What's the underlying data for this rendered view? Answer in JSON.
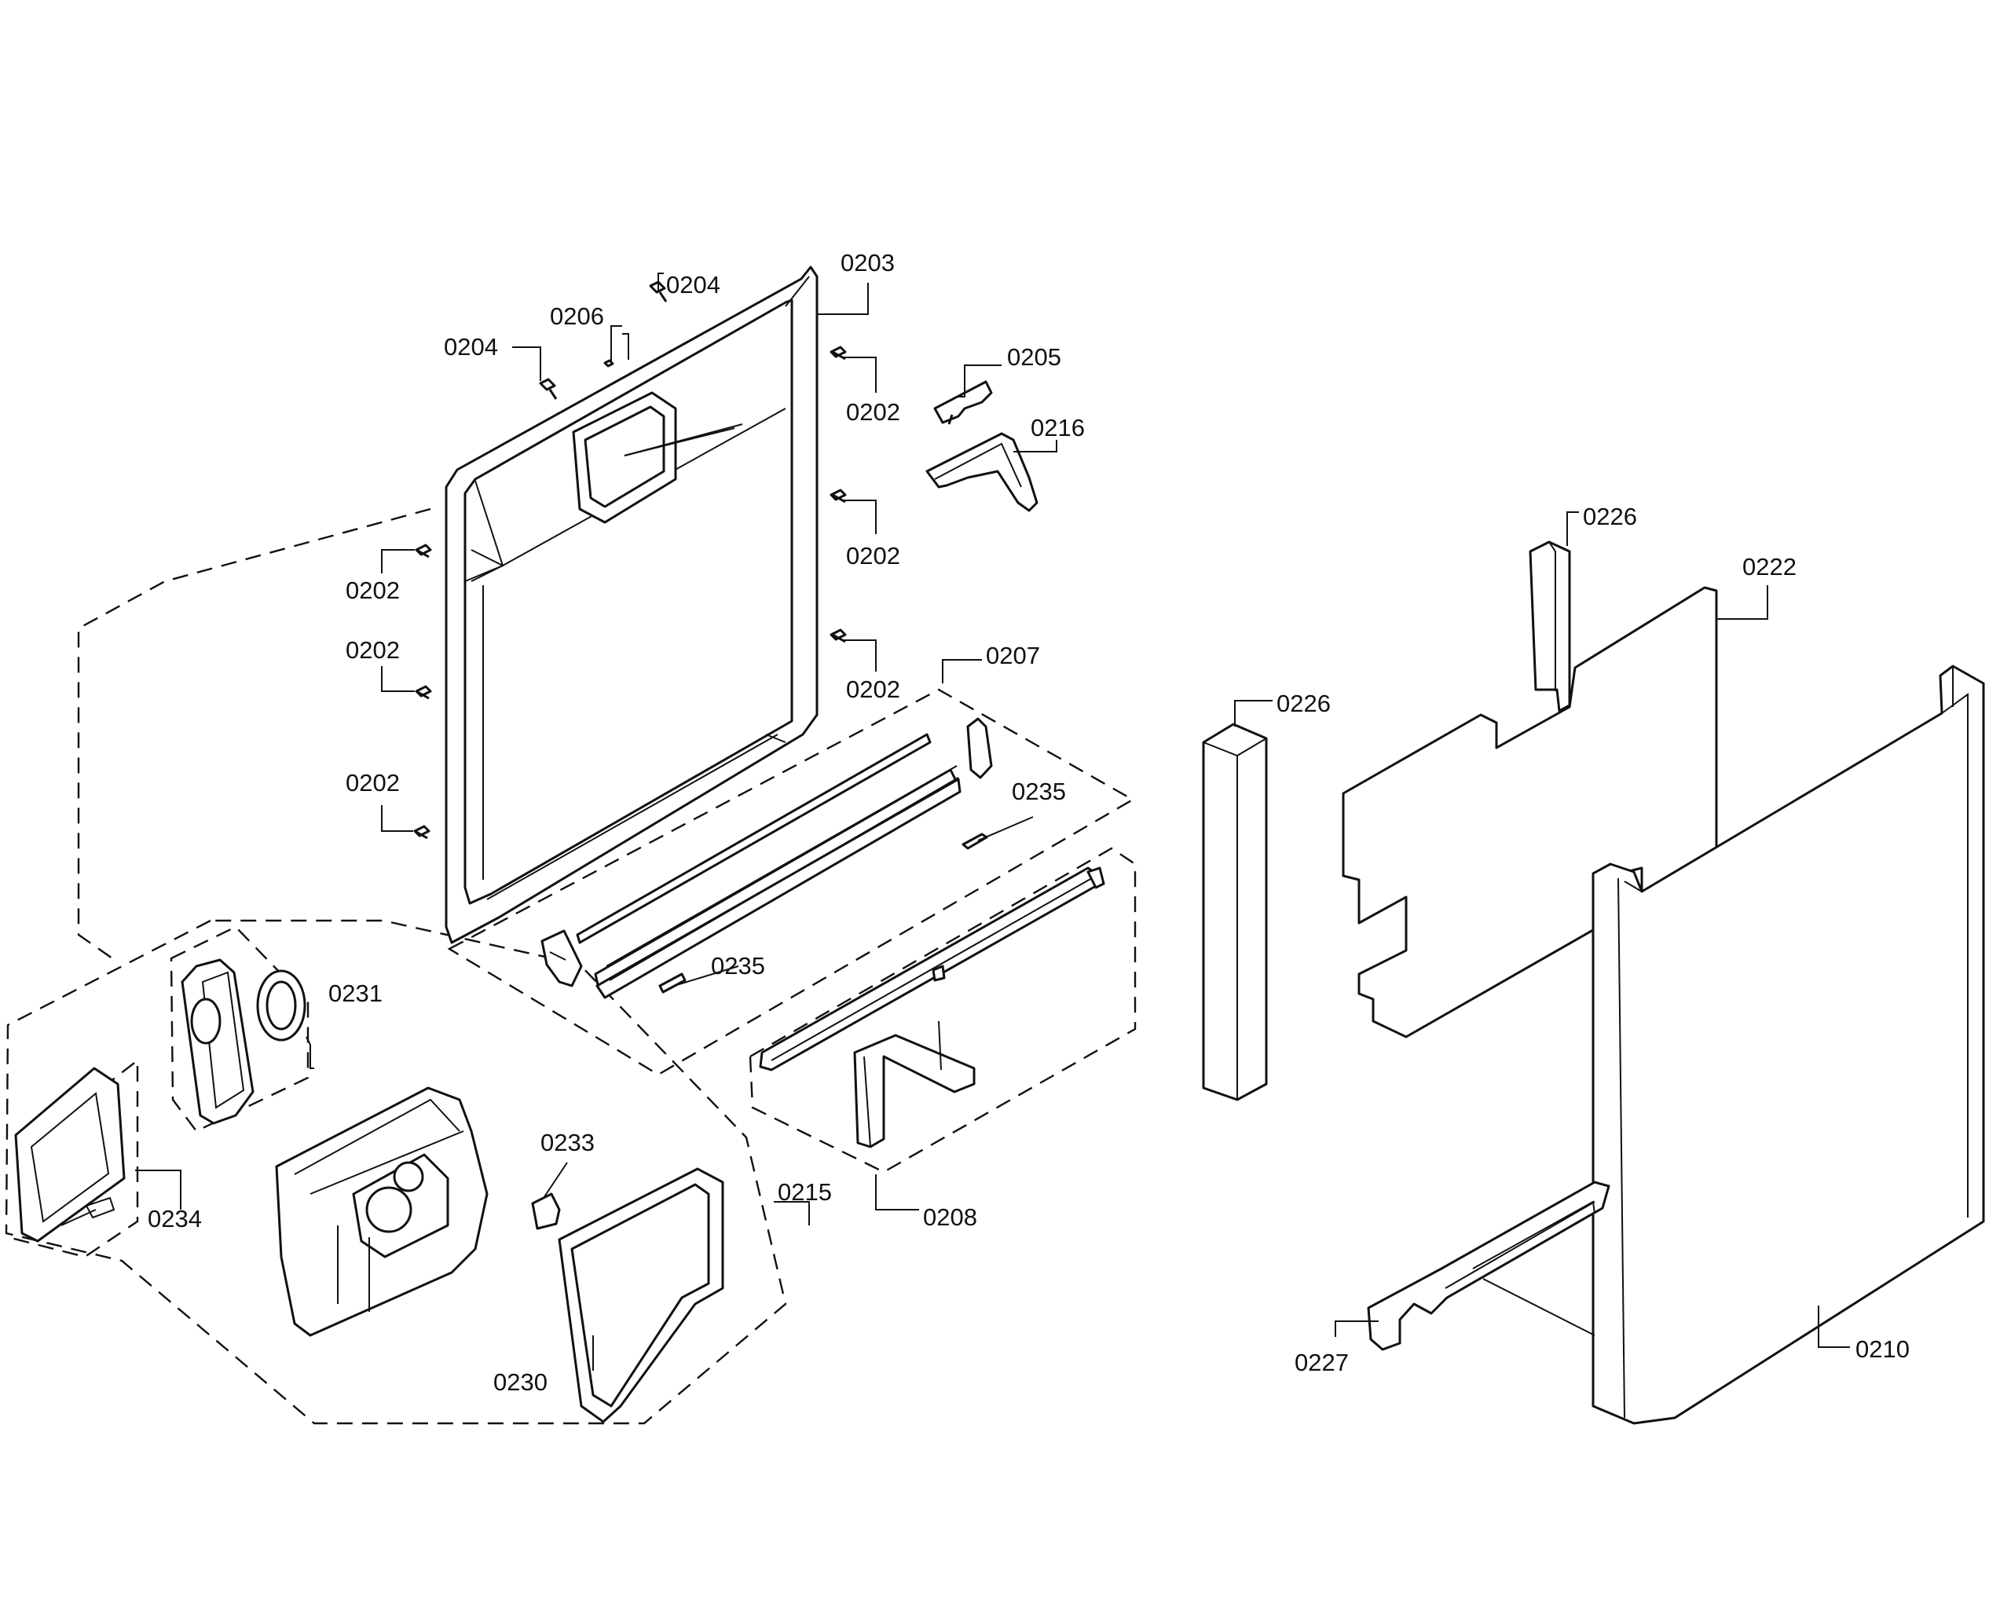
{
  "callouts": [
    {
      "id": "c0203",
      "text": "0203"
    },
    {
      "id": "c0204a",
      "text": "0204"
    },
    {
      "id": "c0204b",
      "text": "0204"
    },
    {
      "id": "c0206",
      "text": "0206"
    },
    {
      "id": "c0205",
      "text": "0205"
    },
    {
      "id": "c0216",
      "text": "0216"
    },
    {
      "id": "c0202a",
      "text": "0202"
    },
    {
      "id": "c0202b",
      "text": "0202"
    },
    {
      "id": "c0202c",
      "text": "0202"
    },
    {
      "id": "c0202d",
      "text": "0202"
    },
    {
      "id": "c0202e",
      "text": "0202"
    },
    {
      "id": "c0202f",
      "text": "0202"
    },
    {
      "id": "c0207",
      "text": "0207"
    },
    {
      "id": "c0235a",
      "text": "0235"
    },
    {
      "id": "c0235b",
      "text": "0235"
    },
    {
      "id": "c0231",
      "text": "0231"
    },
    {
      "id": "c0234",
      "text": "0234"
    },
    {
      "id": "c0233",
      "text": "0233"
    },
    {
      "id": "c0215",
      "text": "0215"
    },
    {
      "id": "c0230",
      "text": "0230"
    },
    {
      "id": "c0208",
      "text": "0208"
    },
    {
      "id": "c0226a",
      "text": "0226"
    },
    {
      "id": "c0226b",
      "text": "0226"
    },
    {
      "id": "c0222",
      "text": "0222"
    },
    {
      "id": "c0227",
      "text": "0227"
    },
    {
      "id": "c0210",
      "text": "0210"
    }
  ]
}
